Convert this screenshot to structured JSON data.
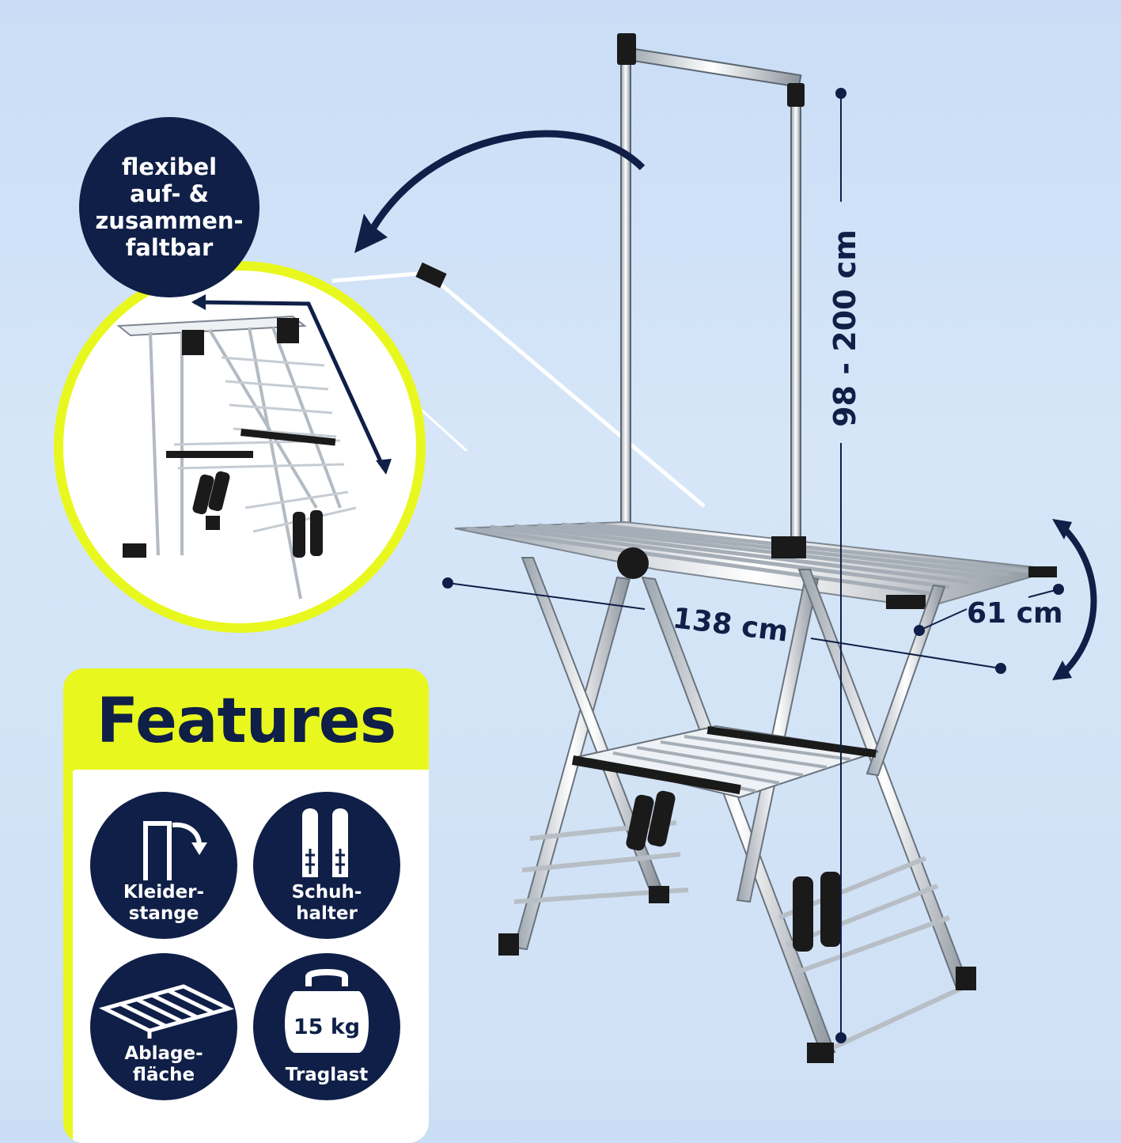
{
  "badge_fold": {
    "lines": [
      "flexibel",
      "auf- &",
      "zusammen-",
      "faltbar"
    ]
  },
  "dimensions": {
    "height": "98 - 200 cm",
    "length": "138 cm",
    "depth": "61 cm"
  },
  "features": {
    "title": "Features",
    "items": [
      {
        "icon": "clothes-rail-icon",
        "lines": [
          "Kleider-",
          "stange"
        ]
      },
      {
        "icon": "shoe-holder-icon",
        "lines": [
          "Schuh-",
          "halter"
        ]
      },
      {
        "icon": "shelf-icon",
        "lines": [
          "Ablage-",
          "fläche"
        ]
      },
      {
        "icon": "weight-icon",
        "value": "15 kg",
        "lines": [
          "Traglast"
        ]
      }
    ]
  },
  "colors": {
    "navy": "#0f1f47",
    "accent": "#e8f81f",
    "background": "#cfe0f5"
  }
}
